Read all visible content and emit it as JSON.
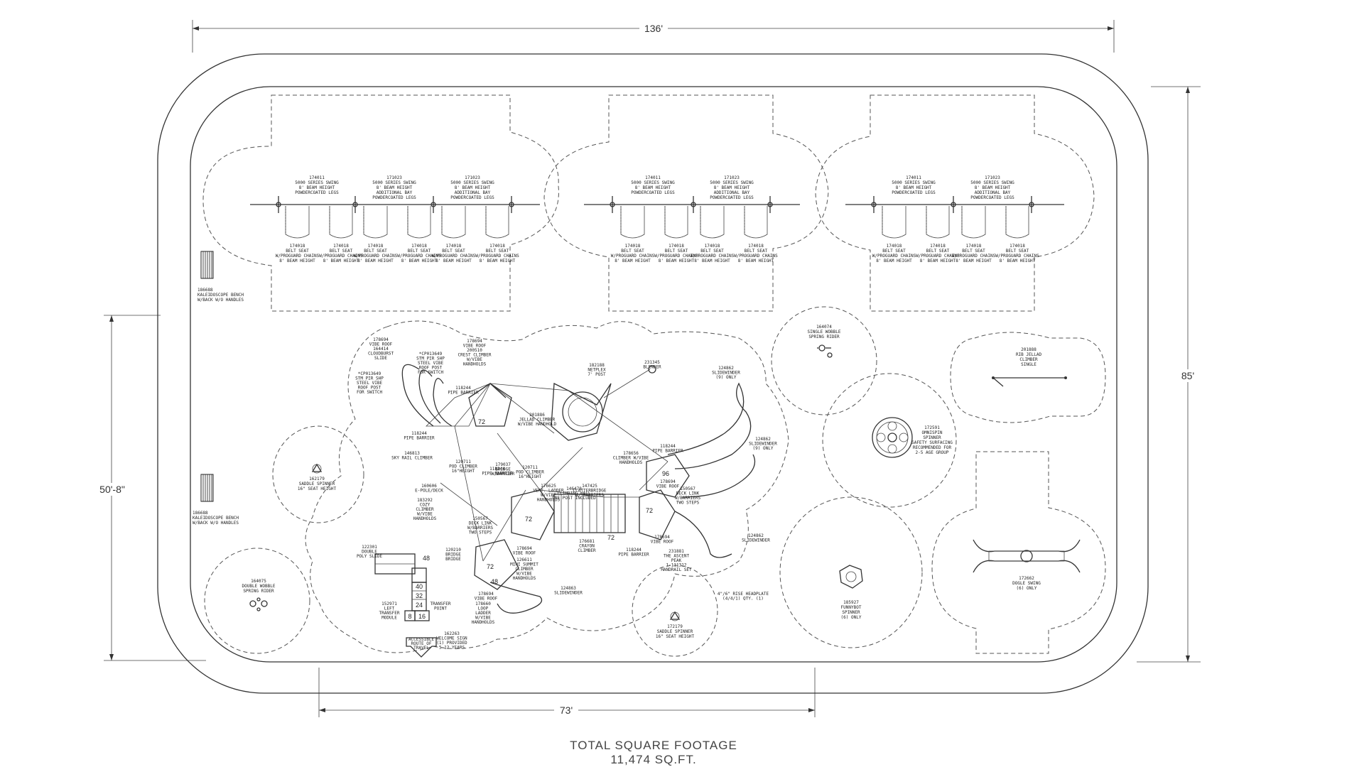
{
  "dimensions": {
    "top_width": "136'",
    "right_height": "85'",
    "left_height": "50'-8\"",
    "bottom_width": "73'"
  },
  "footer": {
    "line1": "TOTAL SQUARE FOOTAGE",
    "line2": "11,474 SQ.FT."
  },
  "swing_bays": [
    {
      "heads": [
        "174011\n5000 SERIES SWING\n8' BEAM HEIGHT\nPOWDERCOATED LEGS",
        "171023\n5000 SERIES SWING\n8' BEAM HEIGHT\nADDITIONAL BAY\nPOWDERCOATED LEGS",
        "171023\n5000 SERIES SWING\n8' BEAM HEIGHT\nADDITIONAL BAY\nPOWDERCOATED LEGS"
      ],
      "seat": "174018\nBELT SEAT\nW/PROGUARD CHAINS\n8' BEAM HEIGHT"
    },
    {
      "heads": [
        "174011\n5000 SERIES SWING\n8' BEAM HEIGHT\nPOWDERCOATED LEGS",
        "171023\n5000 SERIES SWING\n8' BEAM HEIGHT\nADDITIONAL BAY\nPOWDERCOATED LEGS"
      ],
      "seat": "174018\nBELT SEAT\nW/PROGUARD CHAINS\n8' BEAM HEIGHT"
    },
    {
      "heads": [
        "174011\n5000 SERIES SWING\n8' BEAM HEIGHT\nPOWDERCOATED LEGS",
        "171023\n5000 SERIES SWING\n8' BEAM HEIGHT\nADDITIONAL BAY\nPOWDERCOATED LEGS"
      ],
      "seat": "174018\nBELT SEAT\nW/PROGUARD CHAINS\n8' BEAM HEIGHT"
    }
  ],
  "benches": [
    "186688\nKALEIDOSCOPE BENCH\nW/BACK W/O HANDLES",
    "186688\nKALEIDOSCOPE BENCH\nW/BACK W/O HANDLES"
  ],
  "standalone": {
    "wobble": "164074\nSINGLE WOBBLE\nSPRING RIDER",
    "jelly": "201888\nRIB JELLAD\nCLIMBER\nSINGLE",
    "omnispin": "172591\nOMNISPIN\nSPINNER\nSAFETY SURFACING\nRECOMMENDED FOR\n2-5 AGE GROUP",
    "cup": "185927\nFUNNYBOT\nSPINNER\n(6) ONLY",
    "bobble": "172662\nDOGLE SWING\n(6) ONLY",
    "saddle1": "162179\nSADDLE SPINNER\n16\" SEAT HEIGHT",
    "saddle2": "172179\nSADDLE SPINNER\n16\" SEAT HEIGHT",
    "spring": "164075\nDOUBLE WOBBLE\nSPRING RIDER"
  },
  "structure": {
    "labels": [
      "178694\nVIBE ROOF\n164414\nCLOUDBURST\nSLIDE",
      "*CP013649\nSTM PIR SHP\nSTEEL VIBE\nROOF POST\nFOR SWITCH",
      "*CP013649\nSTM PIR SHP\nSTEEL VIBE\nROOF POST\nFOR SWITCH",
      "118244\nPIPE BARRIER",
      "178694\nVIBE ROOF\n200510\nCREST CLIMBER\nW/VIBE\nHANDHOLDS",
      "182188\nNETPLEX\n7' POST",
      "231345\nBLENDER",
      "201886\nJELLAD CLIMBER\nW/VIBE HANDHOLD",
      "118244\nPIPE BARRIER",
      "146813\nSKY RAIL CLIMBER",
      "120711\nPOD CLIMBER\n16\"HEIGHT",
      "179037\nBRIDGE\nW/BARRIER",
      "120711\nPOD CLIMBER\n16\"HEIGHT",
      "178656\nCLIMBER W/VIBE\nHANDHOLDS",
      "146478\nCLIMBING WALL\nONE POST INCLUDED",
      "176625\nVERT. LADDER\nW/VIBE\nHANDHOLDS",
      "147425\nCLATTERBRIDGE\nW/ BARRIERS",
      "118244\nPIPE BARRIER",
      "124862\nSLIDEWINDER\n(9) ONLY",
      "124862\nSLIDEWINDER\n(9) ONLY",
      "178694\nVIBE ROOF",
      "150567\nDECK LINK\nW/BARRIERS\nTWO STEPS",
      "124862\nSLIDEWINDER",
      "160606\nE-POLE/DECK",
      "183292\nCOZY\nCLIMBER\nW/VIBE\nHANDHOLDS",
      "122301\nDOUBLE\nPOLY SLIDE",
      "120210\nBRIDGE\nBRIDGE",
      "150567\nDECK LINK\nW/BARRIERS\nTWO STEPS",
      "118244\nPIPE BARRIER",
      "178694\nVIBE ROOF",
      "118244\nPIPE BARRIER",
      "176681\nCRAYON\nCLIMBER",
      "178694\nVIBE ROOF",
      "231881\nTHE ASCENT\nPEAK\n1-111312\nHANDRAIL SET",
      "124863\nSLIDEWINDER",
      "126611\nMINI SUMMIT\nCLIMBER\nW/VIBE\nHANDHOLDS",
      "178694\nVIBE ROOF",
      "178660\nLOOP\nLADDER\nW/VIBE\nHANDHOLDS",
      "152971\nLEFT\nTRANSFER\nMODULE",
      "TRANSFER\nPOINT",
      "162263\nWELCOME SIGN\n(1) PROVIDED\n5-12 YEARS",
      "4\"/6\" RISE HEADPLATE\n(4/4/1) QTY. (1)"
    ],
    "deck_heights": [
      "72",
      "72",
      "72",
      "96",
      "72",
      "72",
      "48",
      "48",
      "40",
      "32",
      "24",
      "8",
      "16"
    ],
    "accessible": "ACCESSIBLE\nROUTE OF\nTRAVEL"
  }
}
